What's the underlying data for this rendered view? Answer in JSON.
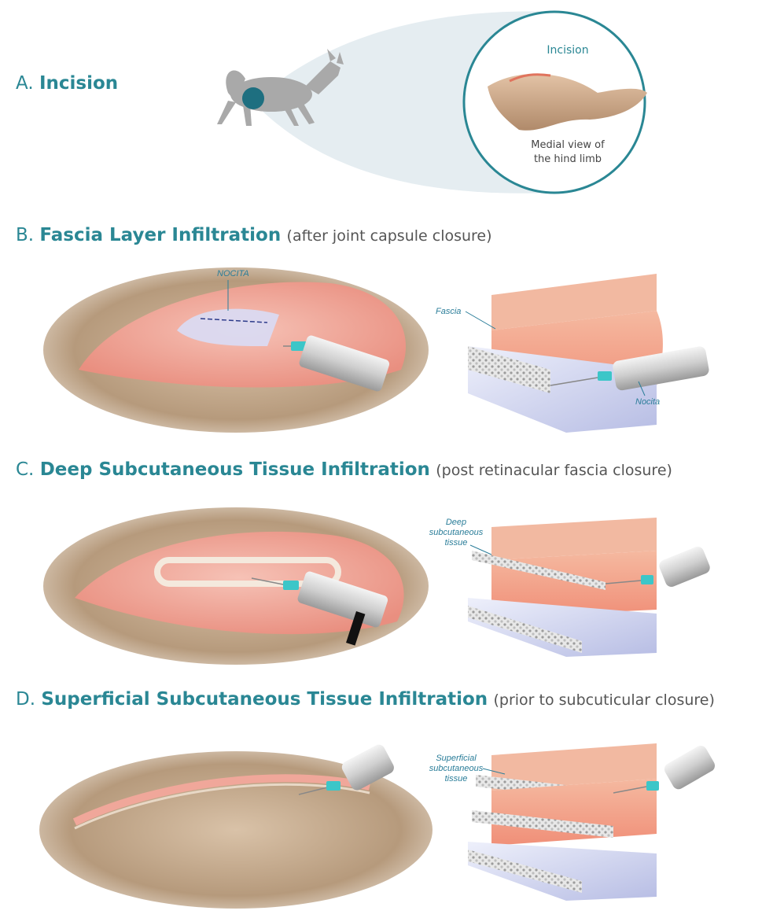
{
  "sections": {
    "a": {
      "letter": "A.",
      "title": "Incision",
      "note": ""
    },
    "b": {
      "letter": "B.",
      "title": "Fascia Layer Infiltration",
      "note": "(after joint capsule closure)"
    },
    "c": {
      "letter": "C.",
      "title": "Deep Subcutaneous Tissue Infiltration",
      "note": "(post retinacular fascia closure)"
    },
    "d": {
      "letter": "D.",
      "title": "Superficial Subcutaneous Tissue Infiltration",
      "note": "(prior to subcuticular closure)"
    }
  },
  "inset": {
    "title": "Incision",
    "caption_line1": "Medial view of",
    "caption_line2": "the hind limb"
  },
  "labels": {
    "nocita_upper": "NOCITA",
    "fascia": "Fascia",
    "nocita": "Nocita",
    "deep_1": "Deep",
    "deep_2": "subcutaneous",
    "deep_3": "tissue",
    "superficial_1": "Superficial",
    "superficial_2": "subcutaneous",
    "superficial_3": "tissue"
  },
  "colors": {
    "accent": "#2a8794",
    "dog": "#a9a9a9",
    "tissue": "#f0a79a",
    "fascia_sheet": "#d9dcf5",
    "needle_hub": "#3cc6c8"
  }
}
